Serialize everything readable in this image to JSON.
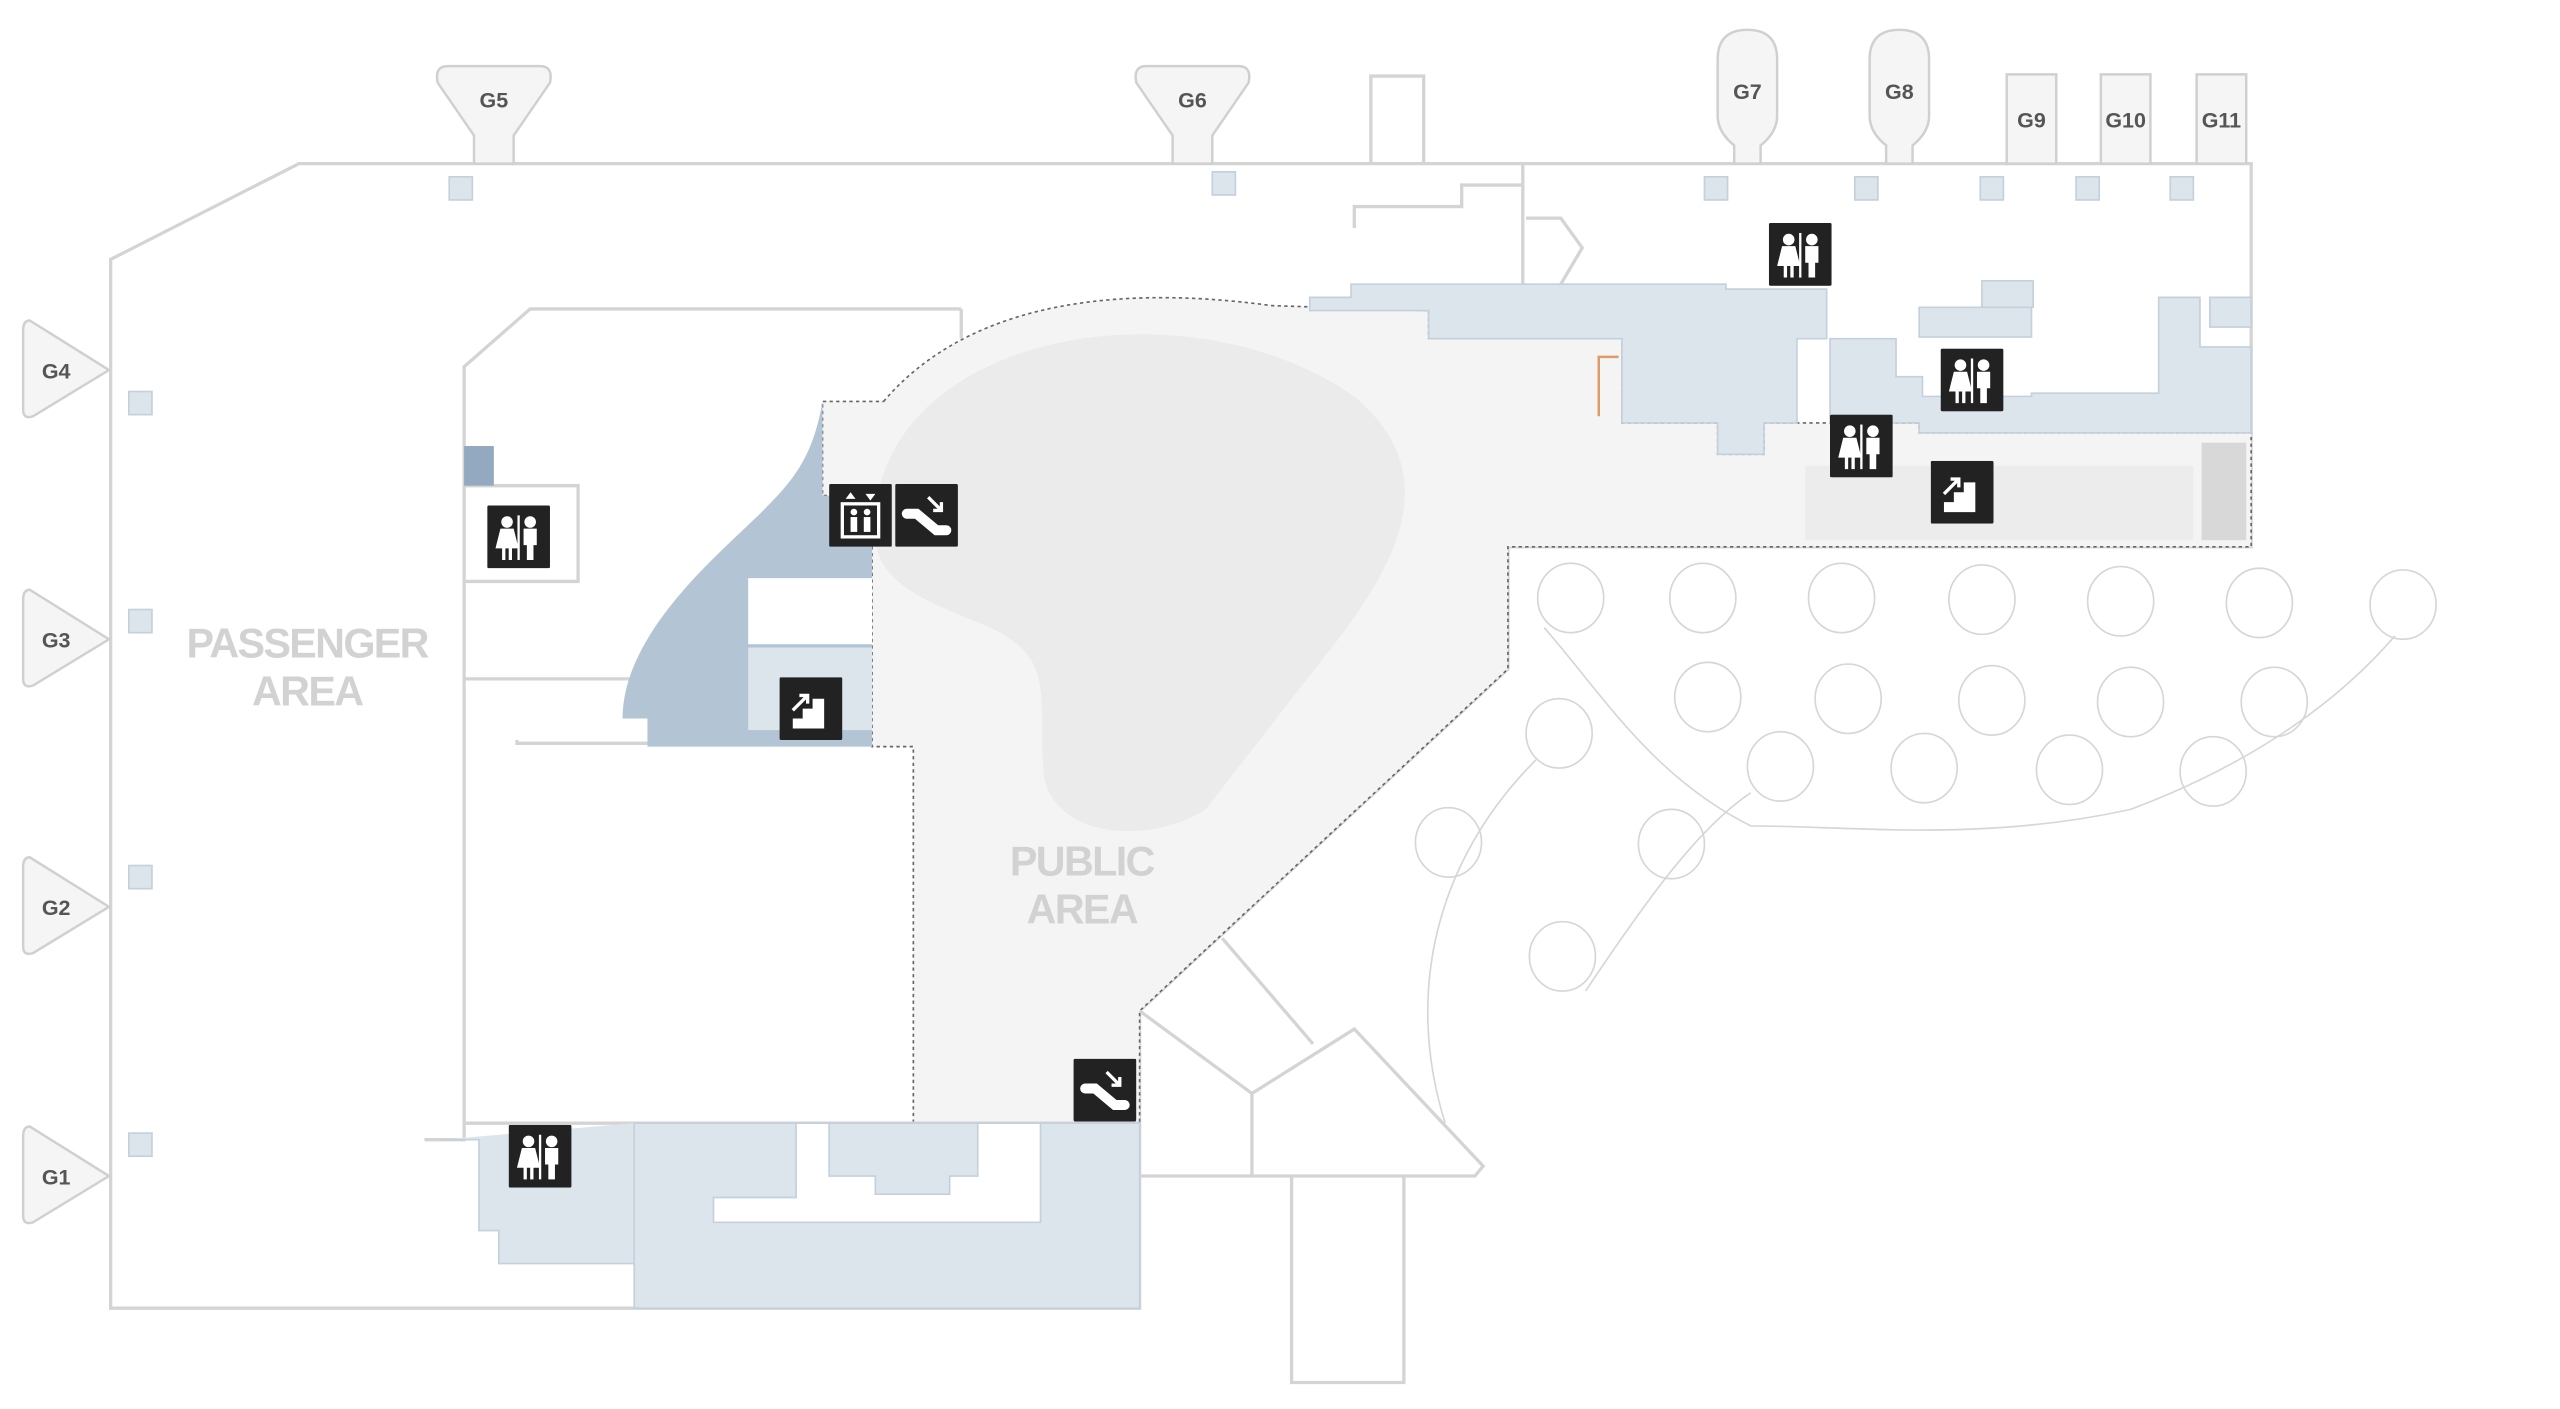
{
  "map": {
    "areas": {
      "passenger": {
        "line1": "PASSENGER",
        "line2": "AREA"
      },
      "public": {
        "line1": "PUBLIC",
        "line2": "AREA"
      }
    },
    "gates": [
      "G1",
      "G2",
      "G3",
      "G4",
      "G5",
      "G6",
      "G7",
      "G8",
      "G9",
      "G10",
      "G11"
    ],
    "facilities": [
      {
        "type": "restroom-icon"
      },
      {
        "type": "restroom-icon"
      },
      {
        "type": "restroom-icon"
      },
      {
        "type": "restroom-icon"
      },
      {
        "type": "restroom-icon"
      },
      {
        "type": "elevator-icon"
      },
      {
        "type": "escalator-down-icon"
      },
      {
        "type": "escalator-down-icon"
      },
      {
        "type": "stairs-up-icon"
      },
      {
        "type": "stairs-up-icon"
      }
    ],
    "colors": {
      "public_area": "#f4f4f4",
      "blob": "#ebebeb",
      "service_blue": "#dde5ec",
      "dark_blue": "#b3c4d5",
      "icon_bg": "#222222",
      "accent_orange": "#e09a6a"
    }
  }
}
